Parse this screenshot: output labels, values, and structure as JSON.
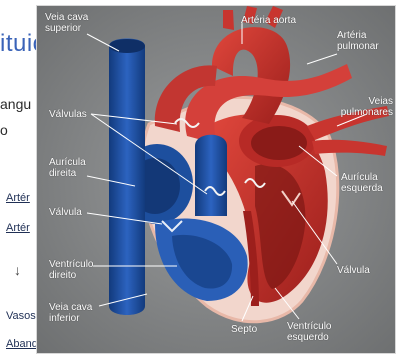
{
  "slide": {
    "title": "ituiç",
    "line1": "angu",
    "line2": "o",
    "bullets": [
      "Artér",
      "Artér",
      "Vasos",
      "Aband"
    ],
    "arrow": "↓"
  },
  "diagram": {
    "labels": {
      "veia_cava_superior": [
        "Veia cava",
        "superior"
      ],
      "arteria_aorta": "Artéria aorta",
      "arteria_pulmonar": [
        "Artéria",
        "pulmonar"
      ],
      "veias_pulmonares": [
        "Veias",
        "pulmonares"
      ],
      "valvulas": "Válvulas",
      "auricula_direita": [
        "Aurícula",
        "direita"
      ],
      "auricula_esquerda": [
        "Aurícula",
        "esquerda"
      ],
      "valvula_left": "Válvula",
      "valvula_right": "Válvula",
      "ventriculo_direito": [
        "Ventrículo",
        "direito"
      ],
      "veia_cava_inferior": [
        "Veia cava",
        "inferior"
      ],
      "septo": "Septo",
      "ventriculo_esquerdo": [
        "Ventrículo",
        "esquerdo"
      ]
    },
    "colors": {
      "oxygenated": "#c8352f",
      "deoxygenated": "#1d4f9e",
      "background": "#7d7f80",
      "label": "#ffffff"
    }
  }
}
